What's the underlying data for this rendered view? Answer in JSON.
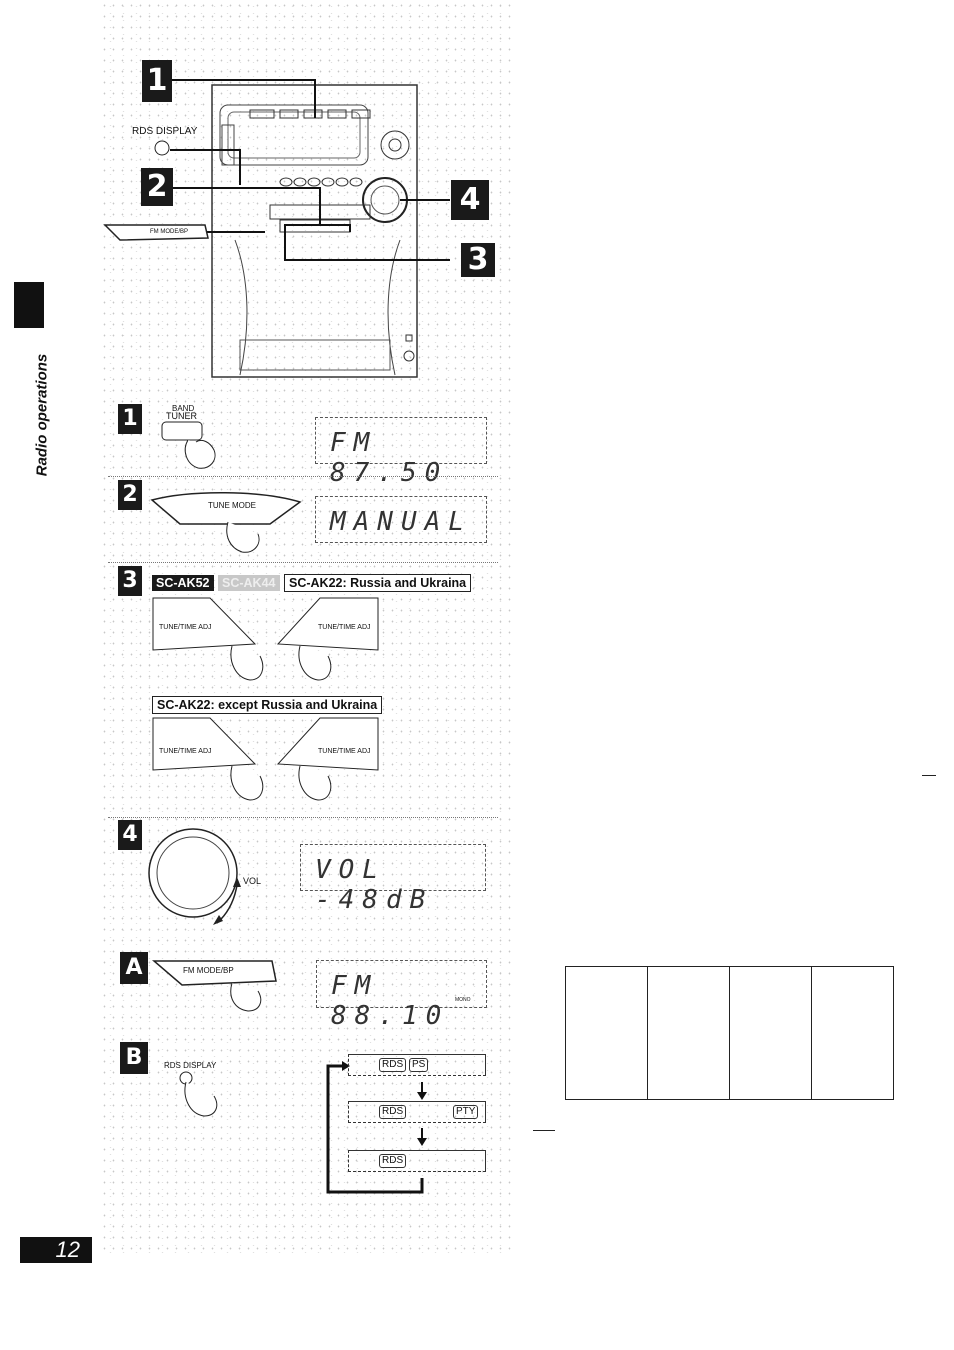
{
  "side_title": "Radio operations",
  "page_number": "12",
  "figure": {
    "rds_display_label": "RDS DISPLAY",
    "fm_mode_label": "FM MODE/BP",
    "callouts": [
      "1",
      "2",
      "3",
      "4"
    ]
  },
  "steps": [
    {
      "marker": "1",
      "button_small": "BAND",
      "button_label": "TUNER",
      "display": "FM 87.50"
    },
    {
      "marker": "2",
      "button_label": "TUNE MODE",
      "display": "MANUAL"
    },
    {
      "marker": "3",
      "models": {
        "ak52": "SC-AK52",
        "ak44": "SC-AK44",
        "ak22_ru": "SC-AK22: Russia and Ukraina",
        "ak22_other": "SC-AK22: except Russia and Ukraina"
      },
      "left_button": "TUNE/TIME ADJ",
      "right_button": "TUNE/TIME ADJ"
    },
    {
      "marker": "4",
      "knob_label": "VOL",
      "display": "VOL -48dB"
    },
    {
      "marker": "A",
      "button_label": "FM MODE/BP",
      "display": "FM 88.10",
      "mono": "MONO"
    },
    {
      "marker": "B",
      "button_label": "RDS DISPLAY",
      "cycle": [
        [
          "RDS",
          "PS"
        ],
        [
          "RDS",
          "PTY"
        ],
        [
          "RDS"
        ]
      ]
    }
  ]
}
